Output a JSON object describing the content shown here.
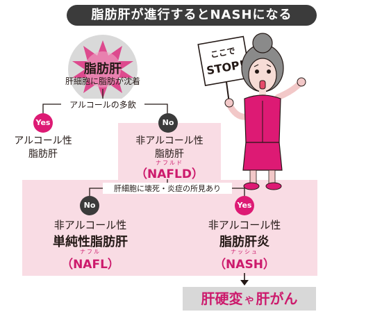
{
  "title": "脂肪肝が進行するとNASHになる",
  "fatty_liver": {
    "title": "脂肪肝",
    "subtitle": "肝細胞に脂肪が沈着"
  },
  "question1": "アルコールの多飲",
  "yes_label": "Yes",
  "no_label": "No",
  "alcoholic": {
    "line1": "アルコール性",
    "line2": "脂肪肝"
  },
  "nafld": {
    "line1": "非アルコール性",
    "line2": "脂肪肝",
    "ruby": "ナフルド",
    "abbr": "（NAFLD）"
  },
  "question2": "肝細胞に壊死・炎症の所見あり",
  "nafl": {
    "line1": "非アルコール性",
    "line2": "単純性脂肪肝",
    "ruby": "ナフル",
    "abbr": "（NAFL）"
  },
  "nash": {
    "line1": "非アルコール性",
    "line2": "脂肪肝炎",
    "ruby": "ナッシュ",
    "abbr": "（NASH）"
  },
  "result": {
    "part1": "肝硬変",
    "conj": "や",
    "part2": "肝がん"
  },
  "sign": {
    "line1": "ここで",
    "line2": "STOP!"
  },
  "colors": {
    "accent": "#dd1a74",
    "dark": "#3b3b3b",
    "pink_bg": "#f9dce4",
    "gray_bg": "#d8d8d8"
  }
}
